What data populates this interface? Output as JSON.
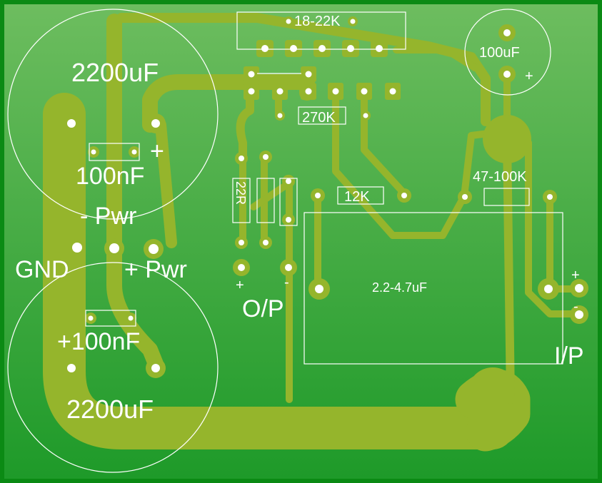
{
  "labels": {
    "cap_top_left": "2200uF",
    "cap_bottom_left": "2200uF",
    "cap_small_top_right": "100uF",
    "cap_100nF_top": "100nF",
    "cap_100nF_bottom": "+100nF",
    "res_18_22k": "18-22K",
    "res_270k": "270K",
    "res_12k": "12K",
    "res_47_100k": "47-100K",
    "res_22r": "22R",
    "cap_input": "2.2-4.7uF",
    "minus_pwr": "- Pwr",
    "plus_pwr": "+ Pwr",
    "gnd": "GND",
    "output": "O/P",
    "input": "I/P",
    "plus_sign_top": "+",
    "plus_sign_smallcap": "+",
    "op_plus": "+",
    "op_minus": "-",
    "ip_plus": "+",
    "ip_minus": "-"
  },
  "colors": {
    "board_edge": "#0b8a14",
    "board_fill_light": "#6cbf5c",
    "board_fill_dark": "#1f9a2a",
    "copper": "#95b52c",
    "silkscreen": "#ffffff"
  }
}
